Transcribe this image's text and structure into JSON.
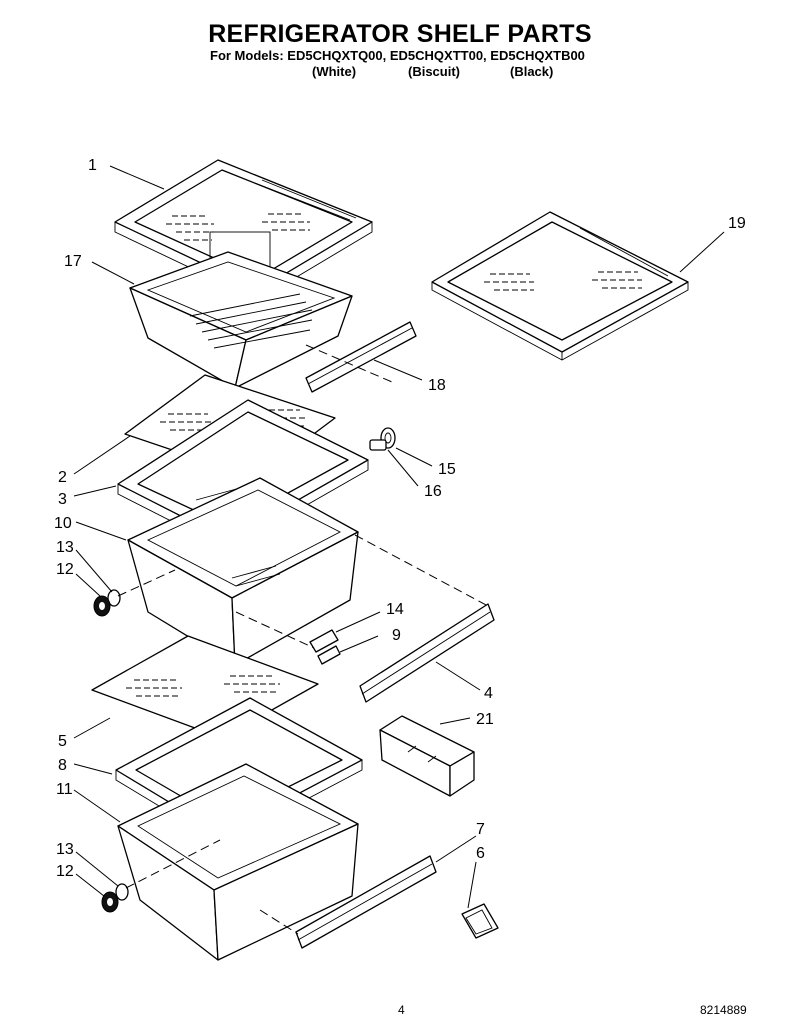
{
  "header": {
    "title": "REFRIGERATOR SHELF PARTS",
    "models_line": "For Models: ED5CHQXTQ00, ED5CHQXTT00, ED5CHQXTB00",
    "finishes": [
      "(White)",
      "(Biscuit)",
      "(Black)"
    ]
  },
  "callouts": [
    "1",
    "17",
    "19",
    "18",
    "2",
    "3",
    "15",
    "16",
    "10",
    "13",
    "12",
    "14",
    "9",
    "4",
    "21",
    "5",
    "8",
    "11",
    "7",
    "6",
    "13",
    "12"
  ],
  "footer": {
    "page_number": "4",
    "document_number": "8214889"
  }
}
